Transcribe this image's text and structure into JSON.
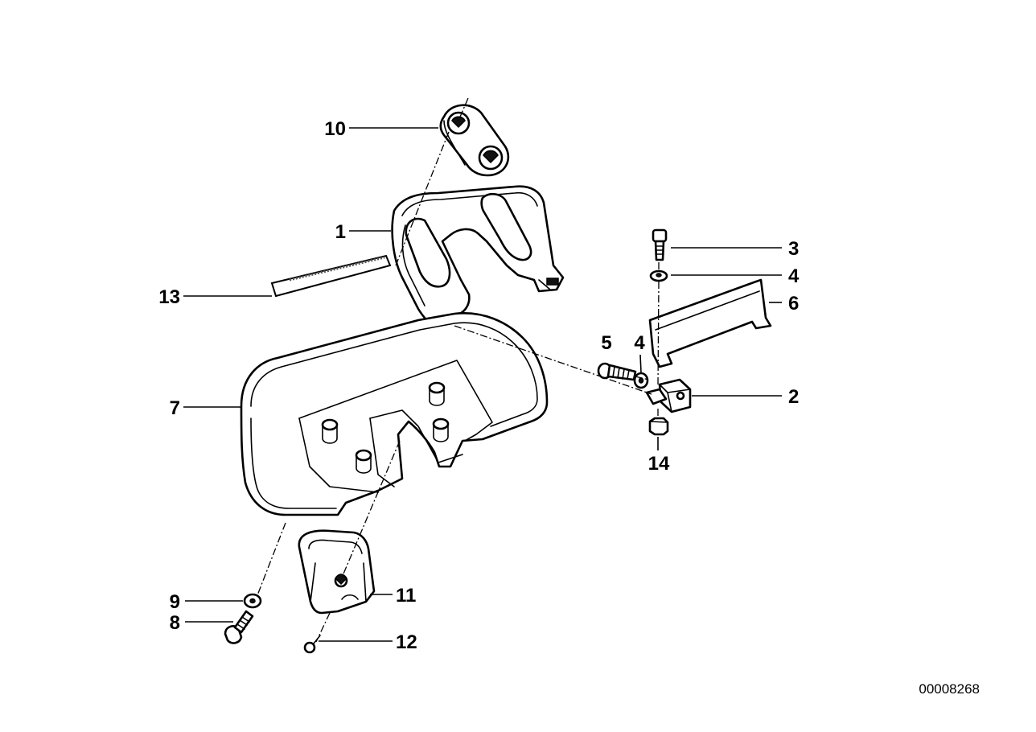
{
  "diagram": {
    "callouts": {
      "c1": "1",
      "c2": "2",
      "c3": "3",
      "c4a": "4",
      "c4b": "4",
      "c5": "5",
      "c6": "6",
      "c7": "7",
      "c8": "8",
      "c9": "9",
      "c10": "10",
      "c11": "11",
      "c12": "12",
      "c13": "13",
      "c14": "14"
    },
    "reference_number": "00008268"
  }
}
